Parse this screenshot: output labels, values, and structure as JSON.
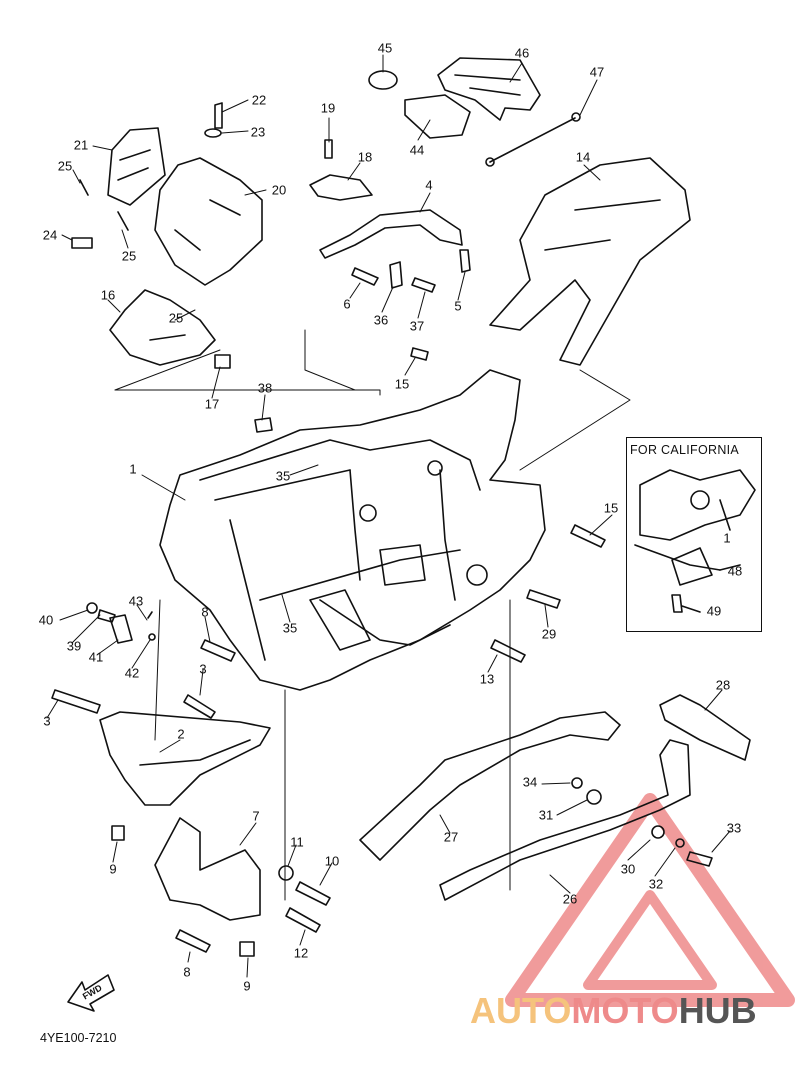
{
  "diagram": {
    "code": "4YE100-7210",
    "inset_title": "FOR CALIFORNIA",
    "fwd_label": "FWD",
    "watermark": {
      "part1": "AUTO",
      "part2": "MOTO",
      "part3": "HUB"
    },
    "colors": {
      "line": "#111111",
      "watermark_red": "#ee8a8a",
      "watermark_yellow": "#f5c37c",
      "watermark_gray": "#555555"
    },
    "labels": {
      "n45": "45",
      "n46": "46",
      "n47": "47",
      "n44": "44",
      "n22": "22",
      "n23": "23",
      "n19": "19",
      "n18": "18",
      "n21": "21",
      "n25a": "25",
      "n20": "20",
      "n24": "24",
      "n25b": "25",
      "n4": "4",
      "n14": "14",
      "n16": "16",
      "n25c": "25",
      "n6": "6",
      "n36": "36",
      "n37": "37",
      "n5": "5",
      "n17": "17",
      "n15a": "15",
      "n38": "38",
      "n1": "1",
      "n35a": "35",
      "n15b": "15",
      "n1b": "1",
      "n48": "48",
      "n49": "49",
      "n40": "40",
      "n43": "43",
      "n39": "39",
      "n41": "41",
      "n42": "42",
      "n8a": "8",
      "n35b": "35",
      "n29": "29",
      "n13": "13",
      "n3a": "3",
      "n3b": "3",
      "n28": "28",
      "n2": "2",
      "n34": "34",
      "n31": "31",
      "n27": "27",
      "n33": "33",
      "n30": "30",
      "n9a": "9",
      "n7": "7",
      "n11": "11",
      "n10": "10",
      "n32": "32",
      "n26": "26",
      "n12": "12",
      "n8b": "8",
      "n9b": "9"
    }
  }
}
